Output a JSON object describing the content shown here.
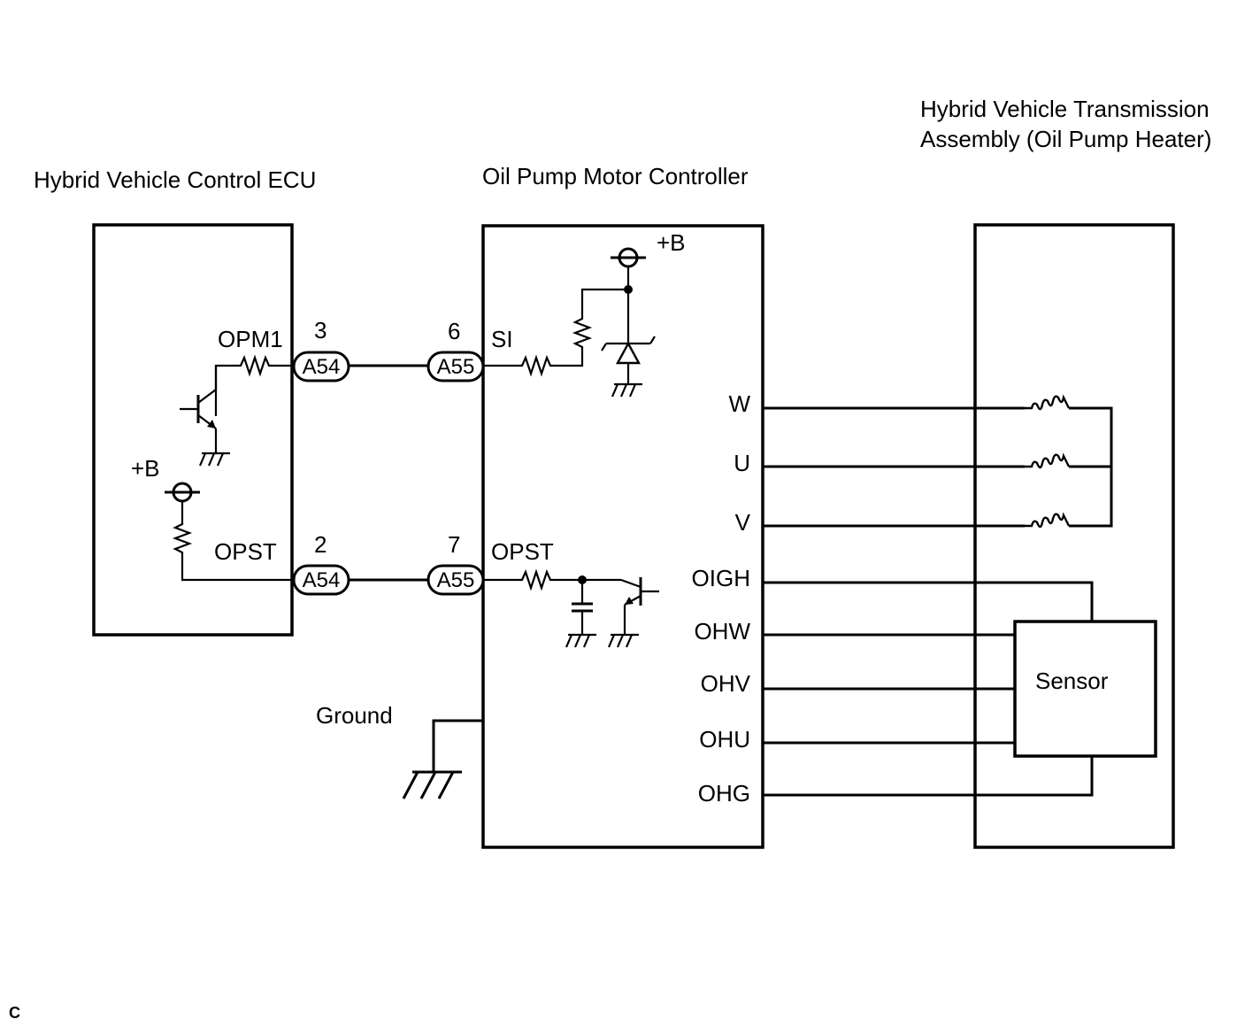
{
  "titles": {
    "ecu": "Hybrid Vehicle Control ECU",
    "controller": "Oil Pump Motor Controller",
    "transmission_line1": "Hybrid Vehicle Transmission",
    "transmission_line2": "Assembly (Oil Pump Heater)"
  },
  "ecu": {
    "opm1": "OPM1",
    "opst": "OPST",
    "plus_b": "+B"
  },
  "connectors": {
    "a54_top": {
      "name": "A54",
      "pin": "3"
    },
    "a55_top": {
      "name": "A55",
      "pin": "6"
    },
    "a54_bottom": {
      "name": "A54",
      "pin": "2"
    },
    "a55_bottom": {
      "name": "A55",
      "pin": "7"
    }
  },
  "controller": {
    "si": "SI",
    "opst": "OPST",
    "plus_b": "+B",
    "terminals": [
      "W",
      "U",
      "V",
      "OIGH",
      "OHW",
      "OHV",
      "OHU",
      "OHG"
    ]
  },
  "ground": "Ground",
  "sensor": "Sensor",
  "corner_code": "C"
}
